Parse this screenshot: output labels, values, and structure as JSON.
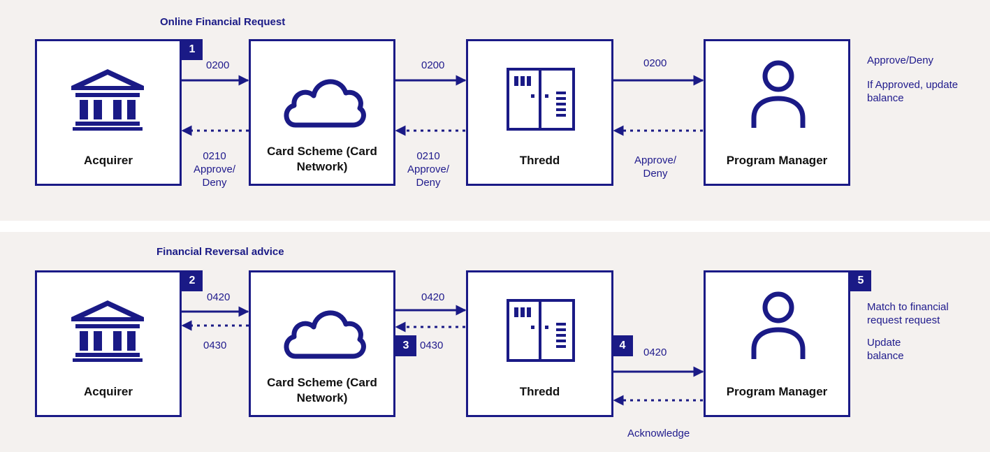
{
  "colors": {
    "primary": "#1a1a86",
    "panel_bg": "#f4f1ef"
  },
  "panels": [
    {
      "title": "Online Financial Request",
      "boxes": [
        {
          "label": "Acquirer",
          "icon": "bank-icon"
        },
        {
          "label": "Card Scheme (Card Network)",
          "icon": "cloud-icon"
        },
        {
          "label": "Thredd",
          "icon": "server-icon"
        },
        {
          "label": "Program Manager",
          "icon": "person-icon"
        }
      ],
      "badges": [
        "1"
      ],
      "forward_labels": [
        "0200",
        "0200",
        "0200"
      ],
      "return_labels": [
        "0210\nApprove/\nDeny",
        "0210\nApprove/\nDeny",
        "Approve/\nDeny"
      ],
      "notes": [
        "Approve/Deny",
        "If Approved, update\nbalance"
      ]
    },
    {
      "title": "Financial Reversal advice",
      "boxes": [
        {
          "label": "Acquirer",
          "icon": "bank-icon"
        },
        {
          "label": "Card Scheme (Card Network)",
          "icon": "cloud-icon"
        },
        {
          "label": "Thredd",
          "icon": "server-icon"
        },
        {
          "label": "Program Manager",
          "icon": "person-icon"
        }
      ],
      "badges": [
        "2",
        "3",
        "4",
        "5"
      ],
      "forward_labels": [
        "0420",
        "0420",
        "0420"
      ],
      "return_labels": [
        "0430",
        "0430",
        "Acknowledge"
      ],
      "notes": [
        "Match to financial\nrequest request",
        "Update\nbalance"
      ]
    }
  ]
}
